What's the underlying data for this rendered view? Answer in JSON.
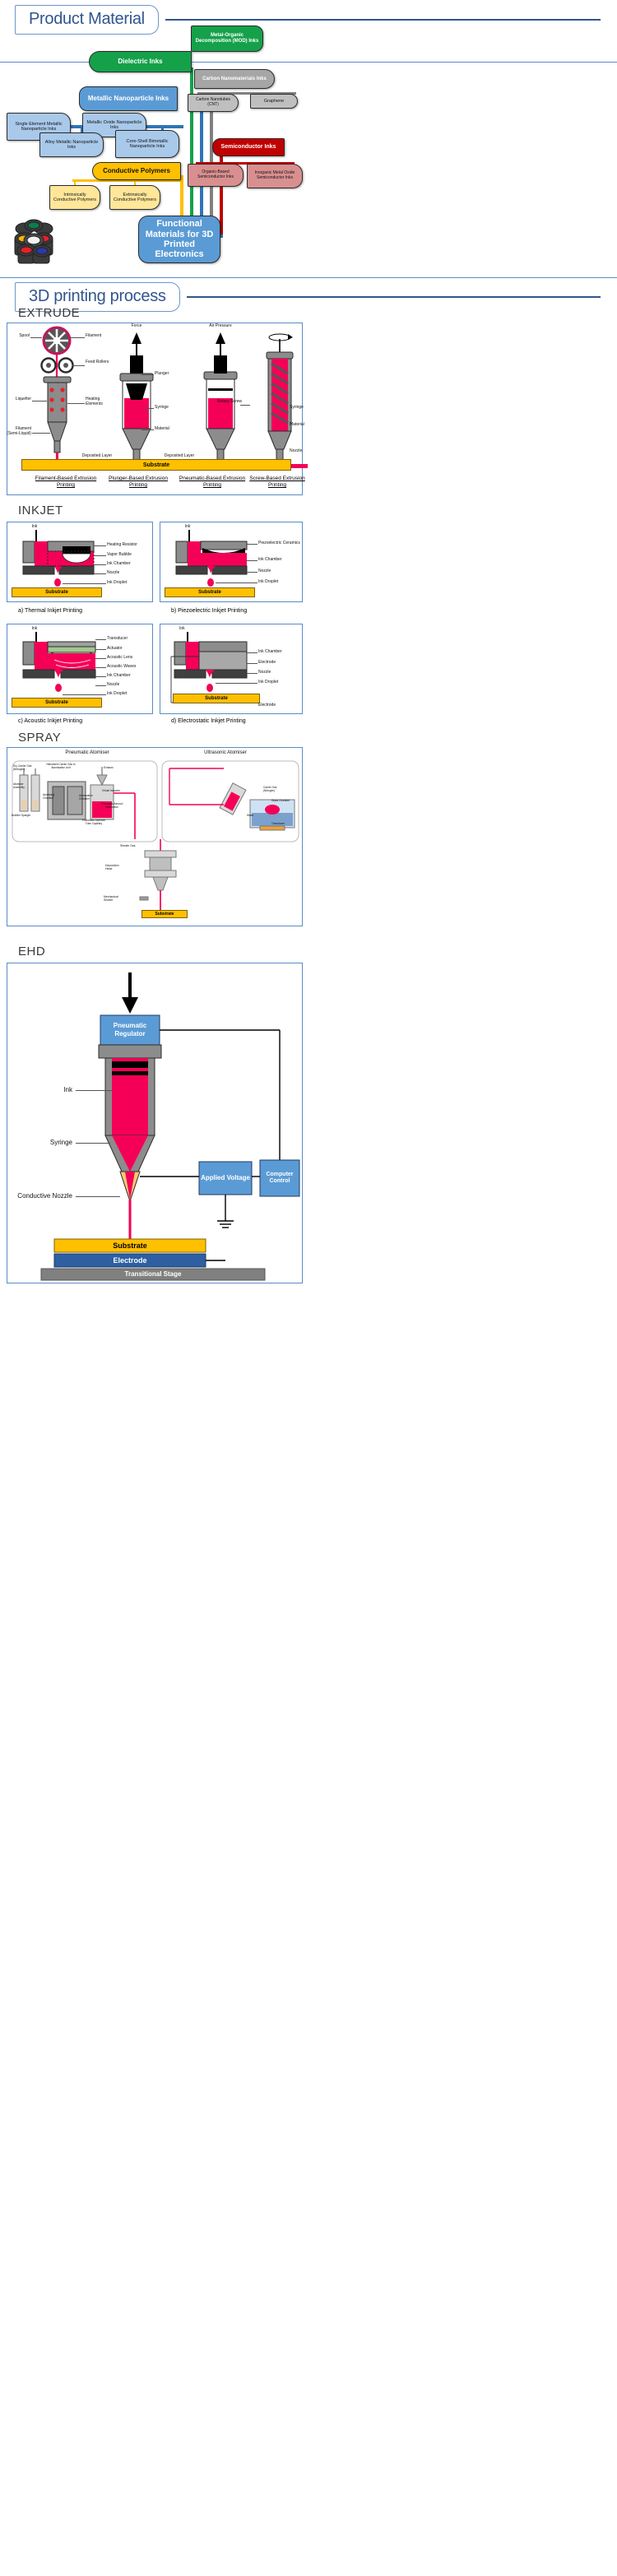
{
  "sections": {
    "product_material": "Product Material",
    "printing_process": "3D printing process"
  },
  "flowchart": {
    "center": "Functional Materials for 3D Printed Electronics",
    "nodes": {
      "dielectric": "Dielectric Inks",
      "mod": "Metal-Organic Decomposition (MOD) Inks",
      "metallic_np": "Metallic Nanoparticle Inks",
      "single_element": "Single Element Metallic Nanoparticle Inks",
      "metallic_oxide": "Metallic Oxide Nanoparticle Inks",
      "alloy": "Alloy Metallic Nanoparticle Inks",
      "core_shell": "Core-Shell Bimetallic Nanoparticle Inks",
      "carbon_nano": "Carbon Nanomaterials Inks",
      "cnt": "Carbon Nanotubes (CNT)",
      "graphene": "Graphene",
      "semiconductor": "Semiconductor Inks",
      "organic_semi": "Organic-Based Semiconductor Inks",
      "inorganic_semi": "Inorganic Metal Oxide Semiconductor Inks",
      "conductive_polymers": "Conductive Polymers",
      "intrinsic": "Intrinsically Conductive Polymers",
      "extrinsic": "Extrinsically Conductive Polymers"
    }
  },
  "extrude": {
    "heading": "EXTRUDE",
    "labels": {
      "spool": "Spool",
      "filament": "Filament",
      "feed_rollers": "Feed Rollers",
      "liquefier": "Liquefier",
      "heating_elements": "Heating Elements",
      "filament_semi": "Filament (Semi-Liquid)",
      "deposited_layer": "Deposited Layer",
      "force": "Force",
      "plunger": "Plunger",
      "syringe": "Syringe",
      "material": "Material",
      "air_pressure": "Air Pressure",
      "rotary_screw": "Rotary Screw",
      "nozzle": "Nozzle",
      "substrate": "Substrate"
    },
    "captions": [
      "Filament-Based Extrusion Printing",
      "Plunger-Based Extrusion Printing",
      "Pneumatic-Based Extrusion Printing",
      "Screw-Based Extrusion Printing"
    ]
  },
  "inkjet": {
    "heading": "INKJET",
    "labels": {
      "ink": "Ink",
      "heating_resistor": "Heating Resistor",
      "vapor_bubble": "Vapor Bubble",
      "ink_chamber": "Ink Chamber",
      "nozzle": "Nozzle",
      "ink_droplet": "Ink Droplet",
      "substrate": "Substrate",
      "piezoelectric": "Piezoelectric Ceramics",
      "transducer": "Transducer",
      "actuator": "Actuator",
      "acoustic_lens": "Acoustic Lens",
      "acoustic_waves": "Acoustic Waves",
      "electrode": "Electrode"
    },
    "captions": [
      "a) Thermal Inkjet Printing",
      "b) Piezoelectric Inkjet Printing",
      "c) Acoustic Inkjet Printing",
      "d) Electrostatic Inkjet Printing"
    ]
  },
  "spray": {
    "heading": "SPRAY",
    "captions": [
      "Pneumatic Atomiser",
      "Ultrasonic Atomiser"
    ],
    "labels": {
      "dry_carrier_gas": "Dry Carrier Gas (Nitrogen)",
      "atomiser_assembly": "Atomiser Assembly",
      "bubbler_sparger": "Bubbler Sparger",
      "nebuliser_carrier": "Nebulised Carrier Gas to Atomisation Unit",
      "ink_reservoir": "Ink Reservoir",
      "atomising_chamber": "Atomising Chamber",
      "atomisation_chamber": "Atomisation Chamber",
      "exhaust": "Exhaust",
      "virtual_impactor": "Virtual Impactor",
      "pneumatic_aerosol": "Pneumatic Aerosol Generation",
      "pneumatic_atomiser_tube": "Pneumatic Atomiser Tube Capillary",
      "sheath_gas": "Sheath Gas",
      "deposition_head": "Deposition Head",
      "mechanical_shutter": "Mechanical Shutter",
      "substrate": "Substrate",
      "carrier_gas": "Carrier Gas (Nitrogen)",
      "glass_chamber": "Glass Chamber",
      "water": "Water",
      "transducer": "Transducer"
    }
  },
  "ehd": {
    "heading": "EHD",
    "labels": {
      "pneumatic_regulator": "Pneumatic Regulator",
      "ink": "Ink",
      "syringe": "Syringe",
      "conductive_nozzle": "Conductive Nozzle",
      "applied_voltage": "Applied Voltage",
      "computer_control": "Computer Control",
      "substrate": "Substrate",
      "electrode": "Electrode",
      "transitional_stage": "Transitional Stage"
    }
  },
  "colors": {
    "title_blue": "#31558e",
    "green": "#14a14a",
    "blue": "#5b9bd5",
    "gray": "#a6a6a6",
    "red": "#c00000",
    "yellow": "#ffc000",
    "ink_pink": "#f50057"
  }
}
